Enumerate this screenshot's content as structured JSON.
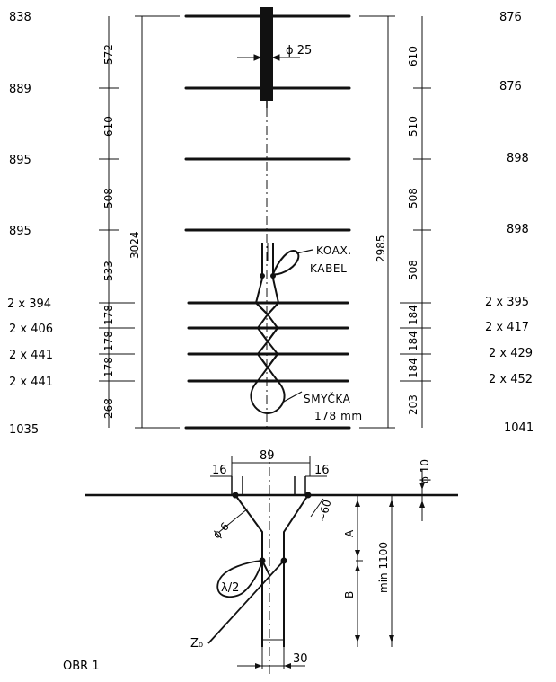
{
  "figure_label": "OBR 1",
  "left_lengths": [
    "838",
    "889",
    "895",
    "895",
    "2 x 394",
    "2 x 406",
    "2 x 441",
    "2 x 441",
    "1035"
  ],
  "right_lengths": [
    "876",
    "876",
    "898",
    "898",
    "2 x 395",
    "2 x 417",
    "2 x 429",
    "2 x 452",
    "1041"
  ],
  "left_spacings": [
    "572",
    "610",
    "508",
    "533",
    "178",
    "178",
    "178",
    "268"
  ],
  "right_spacings": [
    "610",
    "510",
    "508",
    "508",
    "184",
    "184",
    "184",
    "203"
  ],
  "left_total": "3024",
  "right_total": "2985",
  "mast_diameter": "ϕ 25",
  "coax_label_1": "KOAX.",
  "coax_label_2": "KABEL",
  "loop_label_1": "SMYČKA",
  "loop_label_2": "178 mm",
  "detail": {
    "width_89": "89",
    "width_16_left": "16",
    "width_16_right": "16",
    "diameter_10": "ϕ 10",
    "diameter_6": "ϕ 6",
    "approx_60": "~60",
    "dim_a": "A",
    "dim_b": "B",
    "min_1100": "min 1100",
    "lambda_half": "λ/2",
    "z0": "Z₀",
    "width_30": "30"
  }
}
